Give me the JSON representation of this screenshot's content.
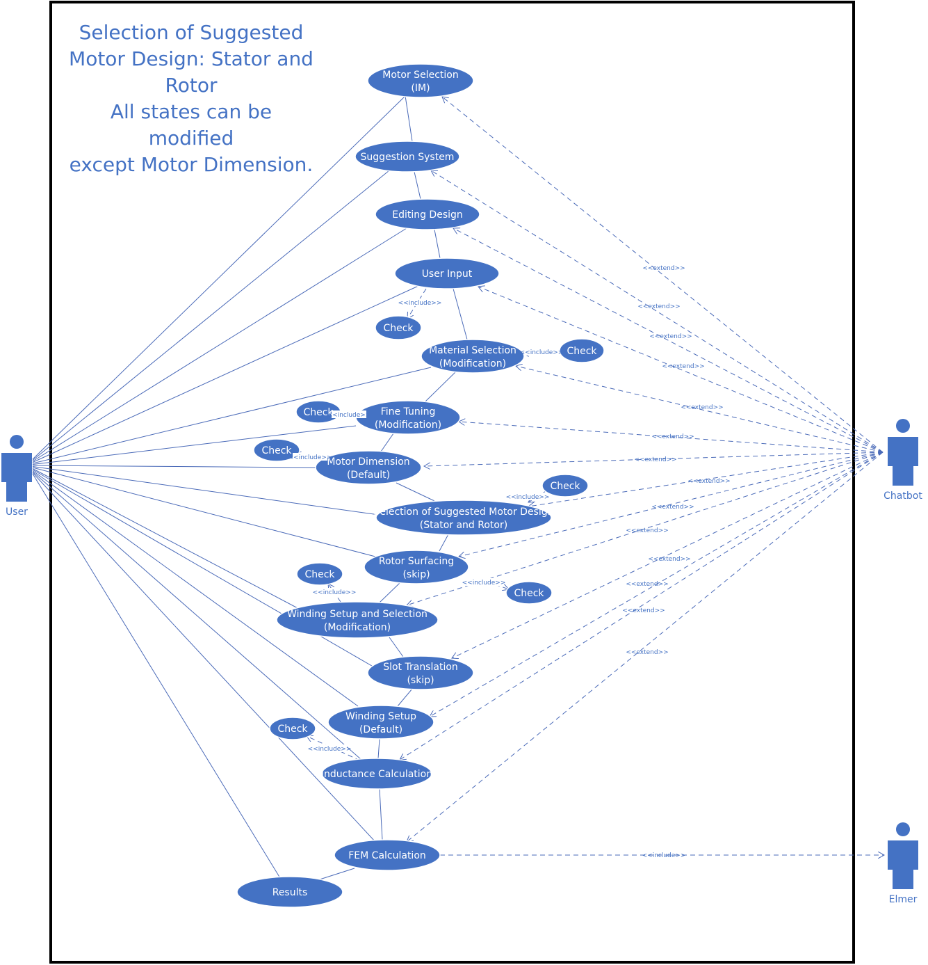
{
  "title": [
    "Selection of Suggested",
    "Motor Design: Stator and",
    "Rotor",
    "All states can be modified",
    "except Motor Dimension."
  ],
  "actors": {
    "user": "User",
    "chatbot": "Chatbot",
    "elmer": "Elmer"
  },
  "use_cases": {
    "ms": [
      "Motor Selection",
      "(IM)"
    ],
    "ss": [
      "Suggestion System"
    ],
    "ed": [
      "Editing Design"
    ],
    "ui": [
      "User Input"
    ],
    "mat": [
      "Material Selection",
      "(Modification)"
    ],
    "ft": [
      "Fine Tuning",
      "(Modification)"
    ],
    "md": [
      "Motor Dimension",
      "(Default)"
    ],
    "ssmd": [
      "Selection of Suggested Motor Design",
      "(Stator and Rotor)"
    ],
    "rs": [
      "Rotor Surfacing",
      "(skip)"
    ],
    "wss": [
      "Winding Setup and Selection",
      "(Modification)"
    ],
    "st": [
      "Slot Translation",
      "(skip)"
    ],
    "ws": [
      "Winding Setup",
      "(Default)"
    ],
    "ind": [
      "Inductance Calculation"
    ],
    "fem": [
      "FEM Calculation"
    ],
    "res": [
      "Results"
    ],
    "c1": [
      "Check"
    ],
    "c2": [
      "Check"
    ],
    "c3": [
      "Check"
    ],
    "c4": [
      "Check"
    ],
    "c5": [
      "Check"
    ],
    "c6": [
      "Check"
    ],
    "c7": [
      "Check"
    ],
    "c8": [
      "Check"
    ]
  },
  "relations": {
    "include": "<<include>>",
    "extend": "<<extend>>"
  },
  "colors": {
    "node": "#4472C4",
    "line": "#4A6AB8",
    "frame": "#000000"
  }
}
